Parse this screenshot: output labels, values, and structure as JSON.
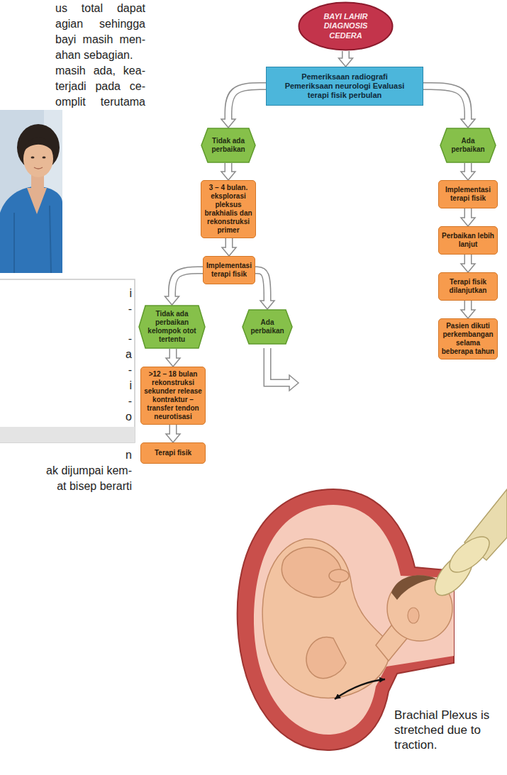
{
  "diagram": {
    "nodes": [
      {
        "text": [
          "BAYI LAHIR DIAGNOSIS CEDERA"
        ]
      },
      {
        "text": [
          "Pemeriksaan radiografi Pemeriksaan neurologi Evaluasi terapi fisik perbulan"
        ]
      },
      {
        "text": [
          "Tidak ada perbaikan"
        ]
      },
      {
        "text": [
          "Ada perbaikan"
        ]
      },
      {
        "text": [
          "3 – 4 bulan. eksplorasi pleksus brakhialis dan rekonstruksi primer"
        ]
      },
      {
        "text": [
          "Implementasi terapi fisik"
        ]
      },
      {
        "text": [
          "Tidak ada perbaikan kelompok otot tertentu"
        ]
      },
      {
        "text": [
          "Ada perbaikan"
        ]
      },
      {
        "text": [
          ">12 – 18 bulan rekonstruksi sekunder release kontraktur – transfer tendon neurotisasi"
        ]
      },
      {
        "text": [
          "Terapi fisik"
        ]
      },
      {
        "text": [
          "Implementasi terapi fisik"
        ]
      },
      {
        "text": [
          "Perbaikan lebih lanjut"
        ]
      },
      {
        "text": [
          "Terapi fisik dilanjutkan"
        ]
      },
      {
        "text": [
          "Pasien dikuti perkembangan selama beberapa tahun"
        ]
      }
    ],
    "edges": [
      {
        "from": 0,
        "to": 1,
        "arrow": "to"
      },
      {
        "from": 1,
        "to": 2,
        "arrow": "to"
      },
      {
        "from": 1,
        "to": 3,
        "arrow": "to"
      },
      {
        "from": 2,
        "to": 4,
        "arrow": "to"
      },
      {
        "from": 4,
        "to": 5,
        "arrow": "to"
      },
      {
        "from": 5,
        "to": 6,
        "arrow": "to"
      },
      {
        "from": 5,
        "to": 7,
        "arrow": "to"
      },
      {
        "from": 6,
        "to": 8,
        "arrow": "to"
      },
      {
        "from": 8,
        "to": 9,
        "arrow": "to"
      },
      {
        "from": 3,
        "to": 10,
        "arrow": "to"
      },
      {
        "from": 10,
        "to": 11,
        "arrow": "to"
      },
      {
        "from": 11,
        "to": 12,
        "arrow": "to"
      },
      {
        "from": 12,
        "to": 13,
        "arrow": "to"
      }
    ],
    "labels": [
      "us total dapat",
      "agian sehingga",
      "bayi masih men-",
      "ahan sebagian.",
      "masih ada, kea-",
      "terjadi pada ce-",
      "omplit terutama",
      "i",
      "-",
      "-",
      "a",
      "-",
      "i",
      "-",
      "o",
      "n",
      "ak dijumpai kem-",
      "at bisep berarti",
      "Brachial Plexus is stretched due to traction."
    ]
  }
}
